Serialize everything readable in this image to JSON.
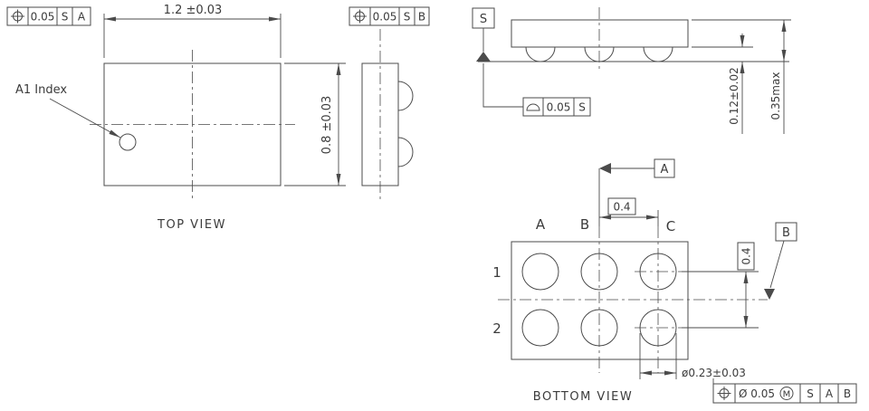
{
  "drawing": {
    "line_color": "#4b4b4b",
    "text_color": "#3b3b3b"
  },
  "top_view": {
    "label": "TOP VIEW",
    "a1_index": "A1 Index",
    "dim_width": "1.2 ±0.03",
    "dim_height": "0.8 ±0.03",
    "fcf_a": {
      "symbol": "position",
      "tol": "0.05",
      "d1": "S",
      "d2": "A"
    },
    "fcf_b": {
      "symbol": "position",
      "tol": "0.05",
      "d1": "S",
      "d2": "B"
    }
  },
  "side_view": {
    "datum": "S",
    "fcf": {
      "symbol": "coplanarity",
      "tol": "0.05",
      "d1": "S"
    },
    "dim_ball_height": "0.12±0.02",
    "dim_total_height": "0.35max"
  },
  "bottom_view": {
    "label": "BOTTOM VIEW",
    "cols": [
      "A",
      "B",
      "C"
    ],
    "rows": [
      "1",
      "2"
    ],
    "dim_pitch_x": "0.4",
    "dim_pitch_y": "0.4",
    "datum_a": "A",
    "datum_b": "B",
    "dim_ball": "ø0.23±0.03",
    "fcf": {
      "symbol": "position",
      "tol": "Ø 0.05",
      "modifier": "M",
      "d1": "S",
      "d2": "A",
      "d3": "B"
    }
  }
}
